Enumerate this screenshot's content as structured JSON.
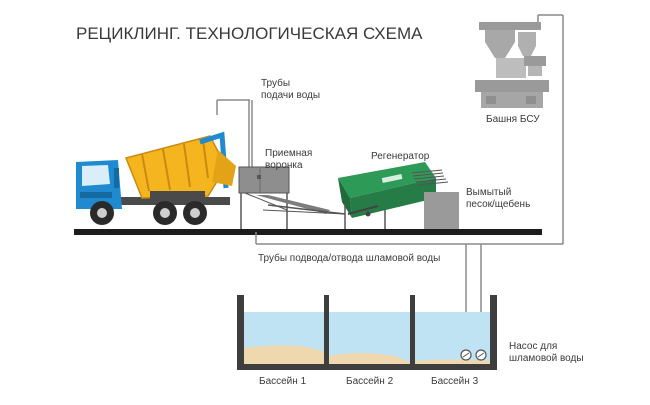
{
  "title": "РЕЦИКЛИНГ. ТЕХНОЛОГИЧЕСКАЯ СХЕМА",
  "labels": {
    "water_pipes": [
      "Трубы",
      "подачи воды"
    ],
    "hopper": [
      "Приемная",
      "воронка"
    ],
    "regenerator": "Регенератор",
    "washed_sand": [
      "Вымытый",
      "песок/щебень"
    ],
    "tower": "Башня БСУ",
    "slurry_pipes": "Трубы подвода/отвода шламовой воды",
    "pump": [
      "Насос для",
      "шламовой воды"
    ],
    "basins": [
      "Бассейн 1",
      "Бассейн 2",
      "Бассейн 3"
    ]
  },
  "colors": {
    "truck_cab": "#1f8ad0",
    "mixer_drum": "#f5b51f",
    "regenerator": "#2e9a57",
    "water": "#bfe3f3",
    "sand": "#efd8ad",
    "machinery_gray": "#9a9a9a",
    "ground": "#1c1c1c",
    "pipe": "#8a8a8a"
  }
}
